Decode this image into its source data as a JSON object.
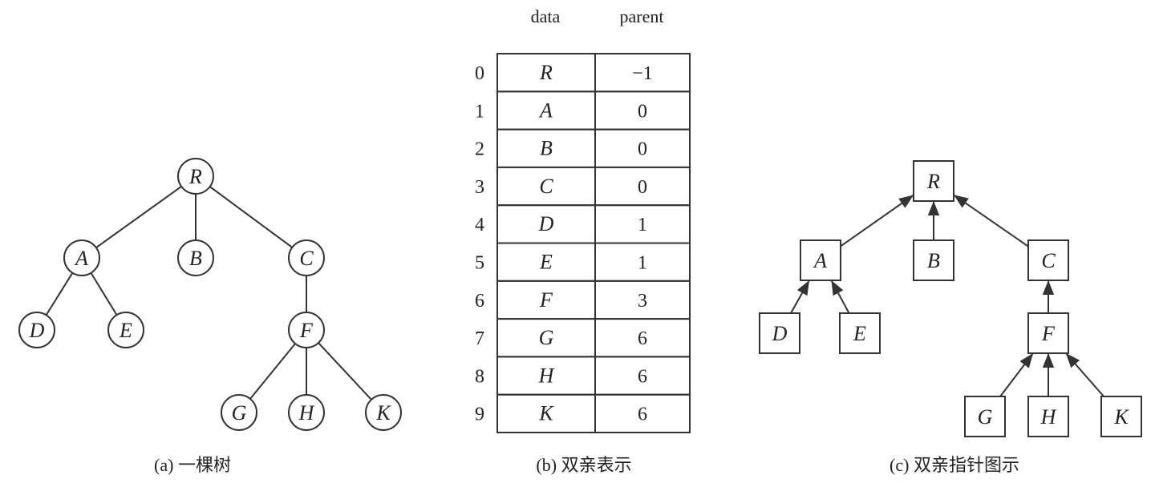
{
  "tree": {
    "caption": "(a) 一棵树",
    "nodes": {
      "R": "R",
      "A": "A",
      "B": "B",
      "C": "C",
      "D": "D",
      "E": "E",
      "F": "F",
      "G": "G",
      "H": "H",
      "K": "K"
    }
  },
  "table": {
    "caption": "(b) 双亲表示",
    "header_data": "data",
    "header_parent": "parent",
    "rows": [
      {
        "index": "0",
        "data": "R",
        "parent": "−1"
      },
      {
        "index": "1",
        "data": "A",
        "parent": "0"
      },
      {
        "index": "2",
        "data": "B",
        "parent": "0"
      },
      {
        "index": "3",
        "data": "C",
        "parent": "0"
      },
      {
        "index": "4",
        "data": "D",
        "parent": "1"
      },
      {
        "index": "5",
        "data": "E",
        "parent": "1"
      },
      {
        "index": "6",
        "data": "F",
        "parent": "3"
      },
      {
        "index": "7",
        "data": "G",
        "parent": "6"
      },
      {
        "index": "8",
        "data": "H",
        "parent": "6"
      },
      {
        "index": "9",
        "data": "K",
        "parent": "6"
      }
    ]
  },
  "pointer_diagram": {
    "caption": "(c) 双亲指针图示",
    "nodes": {
      "R": "R",
      "A": "A",
      "B": "B",
      "C": "C",
      "D": "D",
      "E": "E",
      "F": "F",
      "G": "G",
      "H": "H",
      "K": "K"
    }
  }
}
